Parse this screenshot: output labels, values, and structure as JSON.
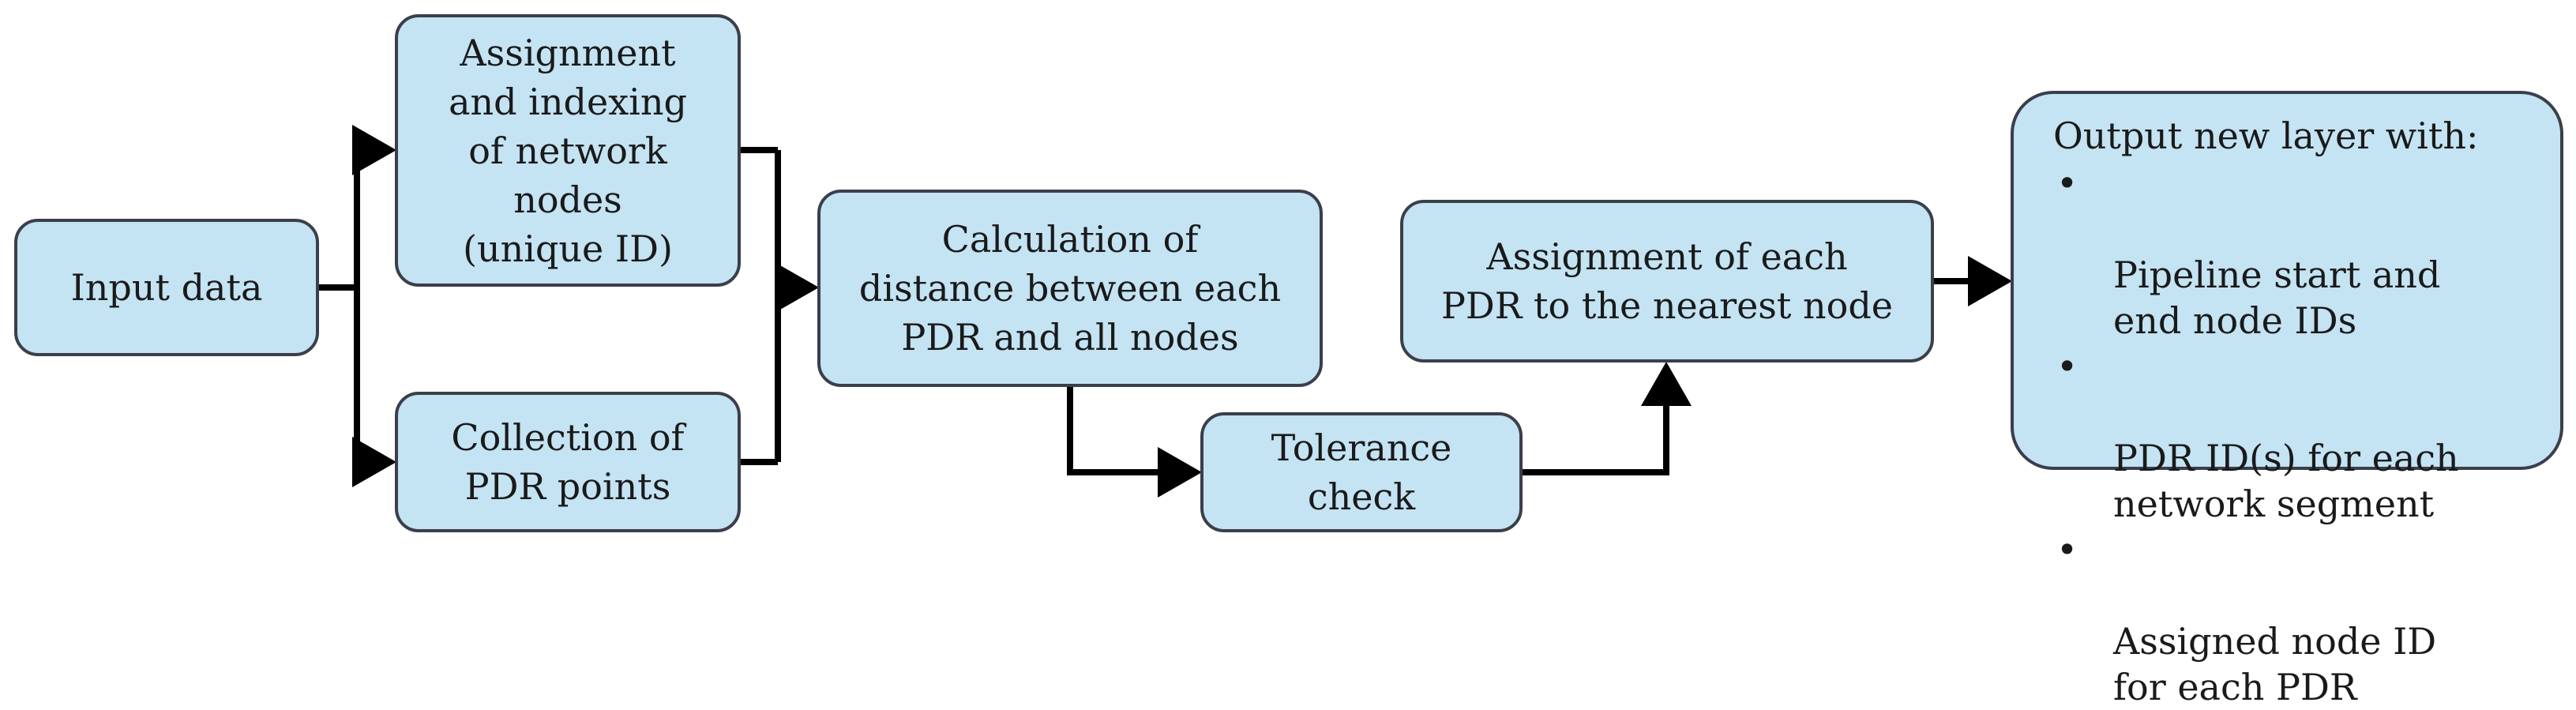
{
  "diagram": {
    "nodes": {
      "input": {
        "label": "Input data"
      },
      "assign": {
        "label": "Assignment\nand indexing\nof network\nnodes\n(unique ID)"
      },
      "collect": {
        "label": "Collection of\nPDR points"
      },
      "calc": {
        "label": "Calculation of\ndistance between each\nPDR and all nodes"
      },
      "tolerance": {
        "label": "Tolerance\ncheck"
      },
      "nearest": {
        "label": "Assignment of each\nPDR to the nearest node"
      },
      "output": {
        "title": "Output new layer with:",
        "items": [
          "Pipeline start and\nend node IDs",
          "PDR ID(s) for each\nnetwork segment",
          "Assigned node ID\nfor each PDR"
        ]
      }
    },
    "colors": {
      "box_fill": "#c4e3f3",
      "box_border": "#3a3f4a",
      "arrow": "#000000"
    }
  }
}
